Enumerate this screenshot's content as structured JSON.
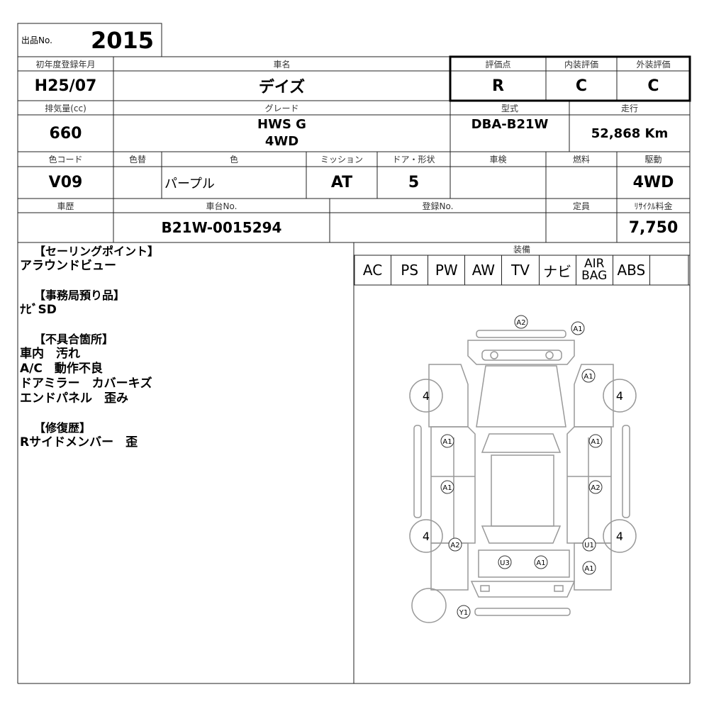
{
  "lot": {
    "label": "出品No.",
    "number": "2015"
  },
  "row1": {
    "reg_year_label": "初年度登録年月",
    "reg_year": "H25/07",
    "car_name_label": "車名",
    "car_name": "デイズ",
    "score_label": "評価点",
    "score": "R",
    "interior_label": "内装評価",
    "interior": "C",
    "exterior_label": "外装評価",
    "exterior": "C"
  },
  "row2": {
    "displacement_label": "排気量(cc)",
    "displacement": "660",
    "grade_label": "グレード",
    "grade_line1": "HWS G",
    "grade_line2": "4WD",
    "model_label": "型式",
    "model": "DBA-B21W",
    "mileage_label": "走行",
    "mileage": "52,868 Km"
  },
  "row3": {
    "color_code_label": "色コード",
    "color_code": "V09",
    "repaint_label": "色替",
    "repaint": "",
    "color_label": "色",
    "color": "パープル",
    "transmission_label": "ミッション",
    "transmission": "AT",
    "doors_label": "ドア・形状",
    "doors": "5",
    "inspection_label": "車検",
    "inspection": "",
    "fuel_label": "燃料",
    "fuel": "",
    "drive_label": "駆動",
    "drive": "4WD"
  },
  "row4": {
    "history_label": "車歴",
    "history": "",
    "chassis_label": "車台No.",
    "chassis": "B21W-0015294",
    "registration_label": "登録No.",
    "registration": "",
    "capacity_label": "定員",
    "capacity": "",
    "recycle_label": "ﾘｻｲｸﾙ料金",
    "recycle": "7,750"
  },
  "notes": {
    "selling_header": "【セーリングポイント】",
    "selling_1": "アラウンドビュー",
    "office_header": "【事務局預り品】",
    "office_1": "ﾅﾋﾞSD",
    "defects_header": "【不具合箇所】",
    "defects_1": "車内　汚れ",
    "defects_2": "A/C　動作不良",
    "defects_3": "ドアミラー　カバーキズ",
    "defects_4": "エンドパネル　歪み",
    "repair_header": "【修復歴】",
    "repair_1": "Rサイドメンバー　歪"
  },
  "equipment": {
    "label": "装備",
    "items": [
      "AC",
      "PS",
      "PW",
      "AW",
      "TV",
      "ナビ",
      "AIR BAG",
      "ABS",
      ""
    ]
  },
  "diagram": {
    "marks": {
      "front_bumper": "A2",
      "front_corner_r": "A1",
      "hood_r": "A1",
      "front_door_l": "A1",
      "rear_door_l": "A1",
      "front_door_r": "A1",
      "rear_door_r": "A2",
      "rear_fender_l": "A2",
      "rear_fender_r": "U1",
      "rear_bumper_r": "A1",
      "back_door_1": "U3",
      "back_door_2": "A1",
      "spare": "Y1"
    },
    "tires": {
      "fl": "4",
      "fr": "4",
      "rl": "4",
      "rr": "4"
    }
  }
}
